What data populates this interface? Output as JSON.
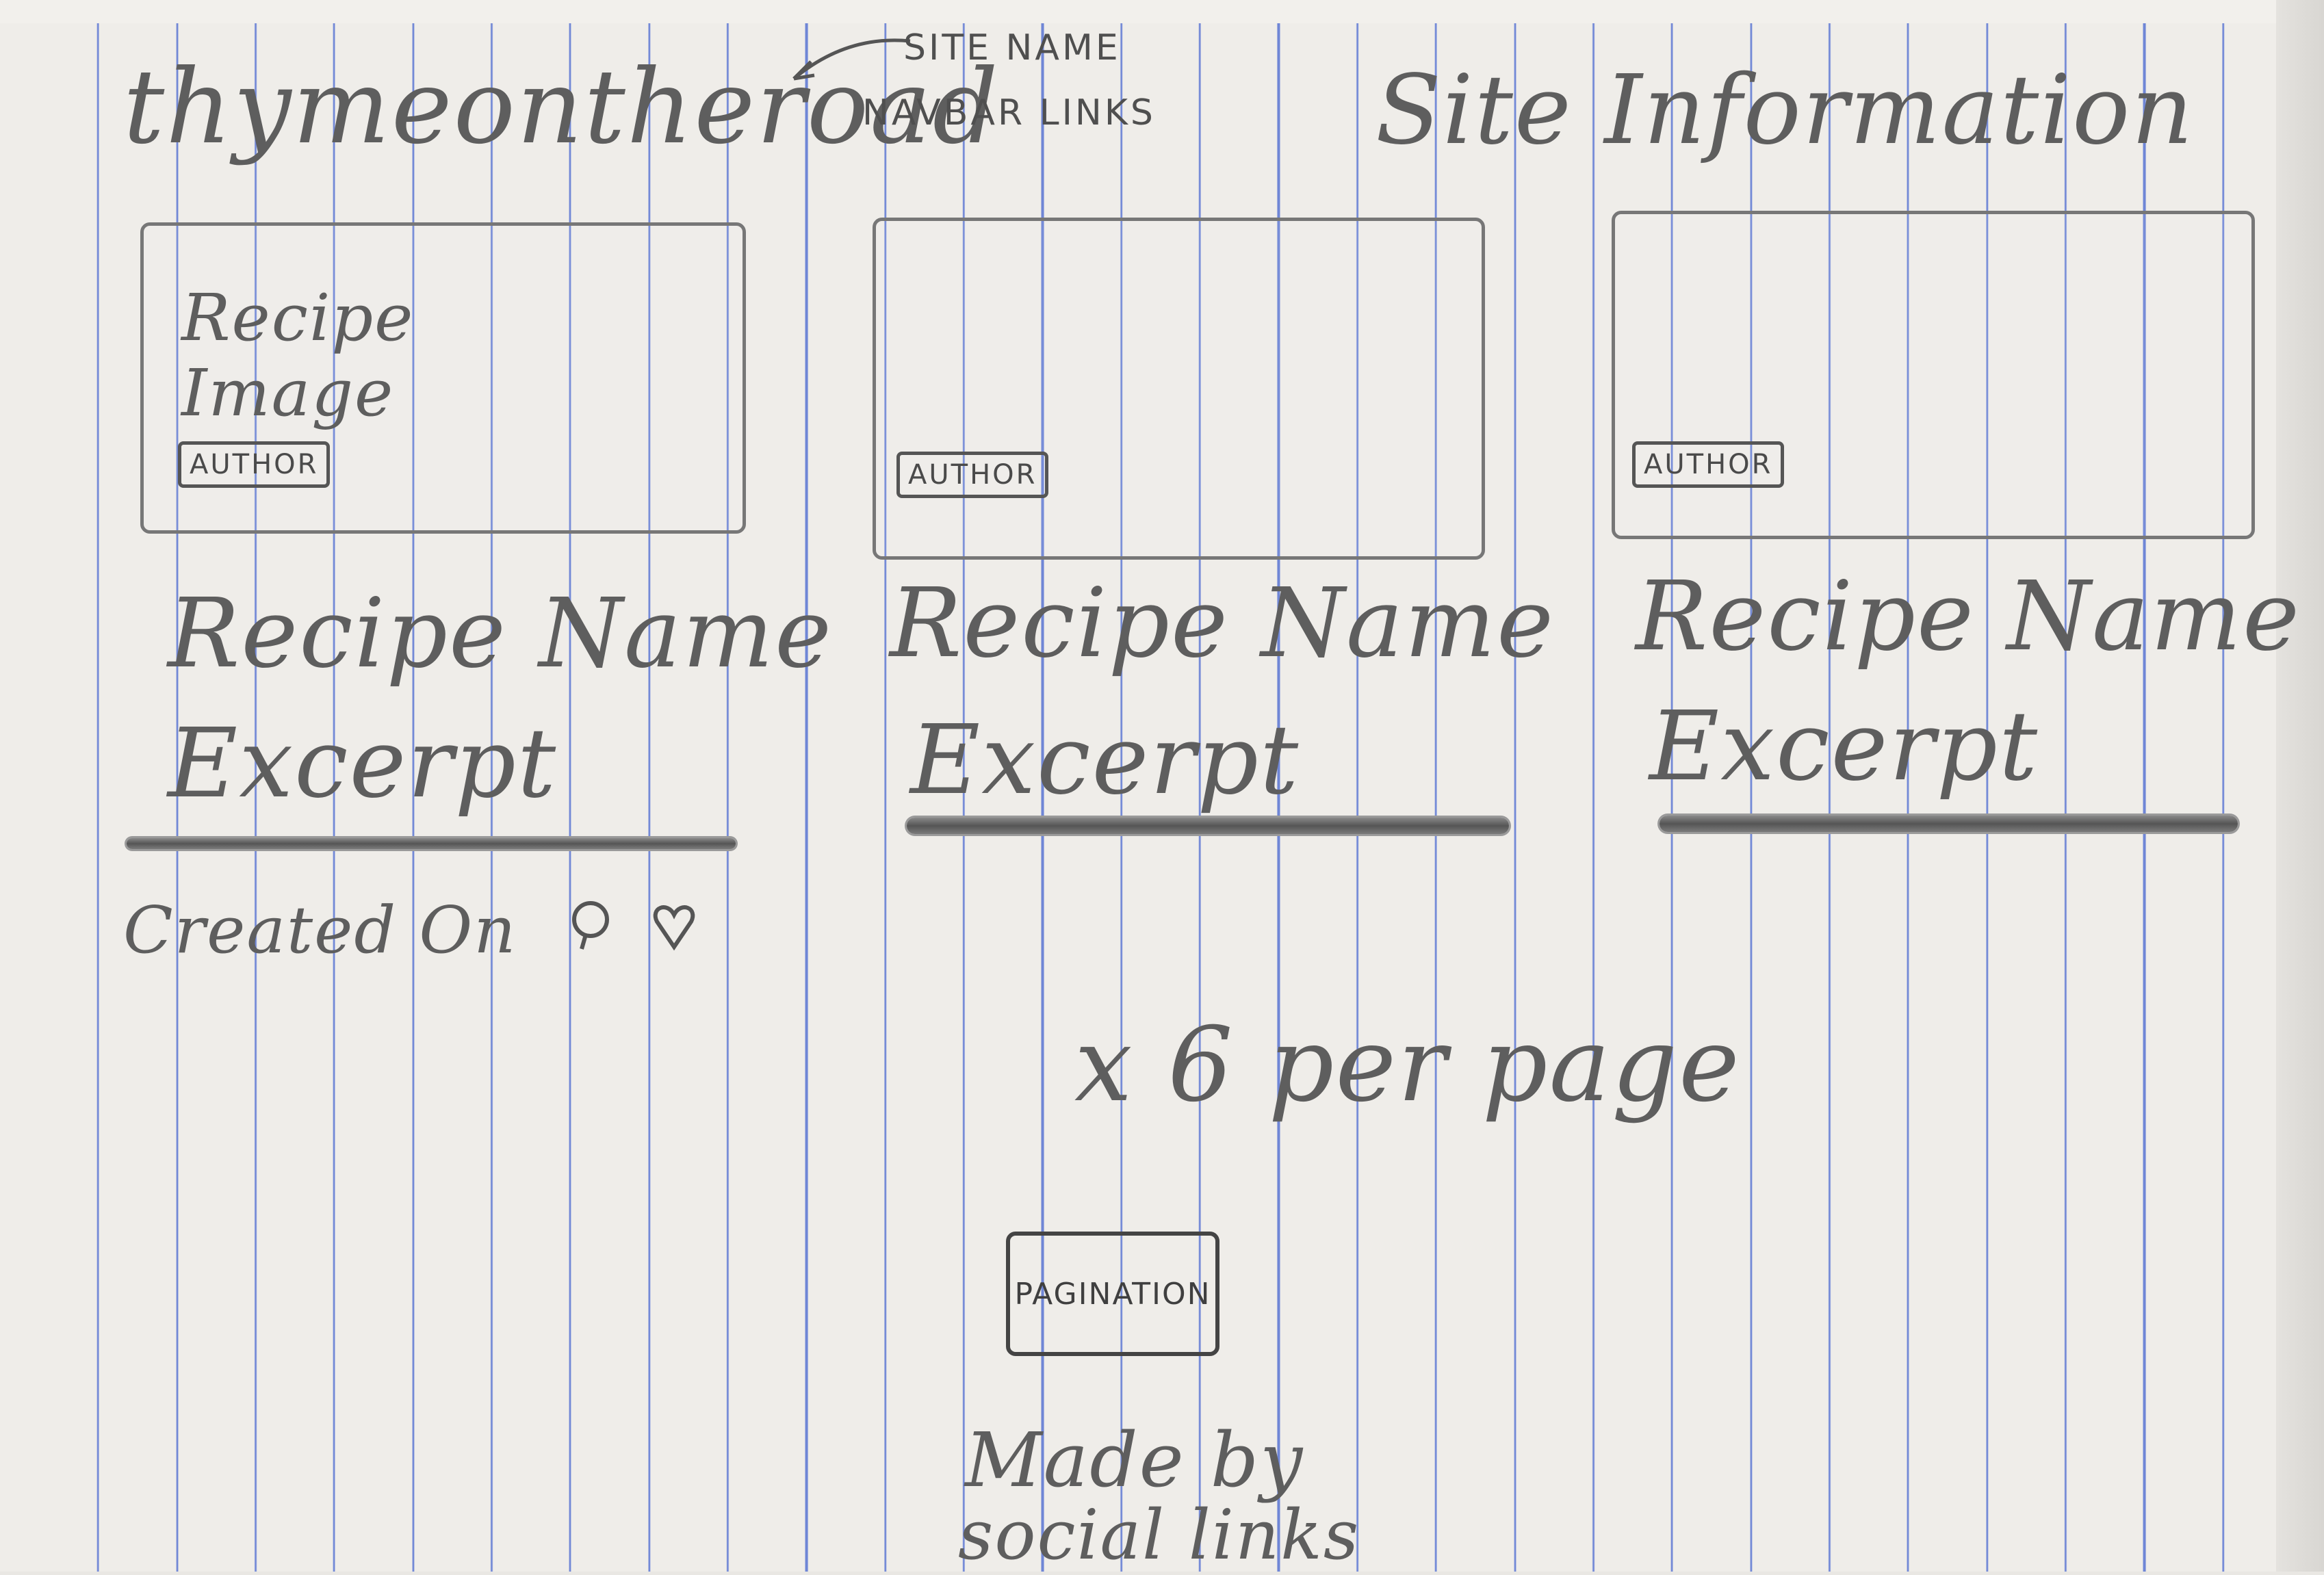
{
  "header": {
    "site_name": "thymeontheroad",
    "annotation_site_name": "SITE NAME",
    "annotation_navbar": "NAVBAR LINKS",
    "site_information": "Site Information"
  },
  "cards": [
    {
      "image_label": "Recipe Image",
      "author": "AUTHOR",
      "name": "Recipe Name",
      "excerpt": "Excerpt",
      "created": "Created On"
    },
    {
      "image_label": "",
      "author": "AUTHOR",
      "name": "Recipe Name",
      "excerpt": "Excerpt"
    },
    {
      "image_label": "",
      "author": "AUTHOR",
      "name": "Recipe Name",
      "excerpt": "Excerpt"
    }
  ],
  "icons": {
    "comment": "comment-icon",
    "like": "heart-icon"
  },
  "per_page_note": "x 6 per page",
  "pagination": "PAGINATION",
  "footer": {
    "made_by": "Made by",
    "social_links": "social links"
  }
}
